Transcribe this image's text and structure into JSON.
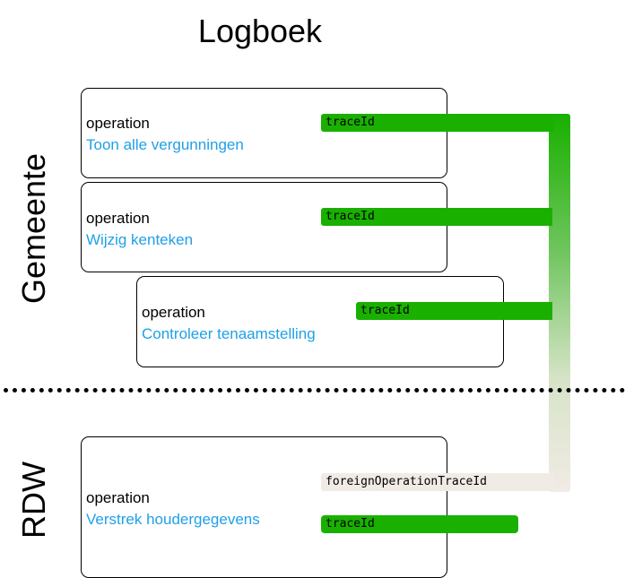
{
  "title": "Logboek",
  "sections": {
    "top_label": "Gemeente",
    "bottom_label": "RDW"
  },
  "operations": [
    {
      "label": "operation",
      "name": "Toon alle vergunningen",
      "trace": "traceId"
    },
    {
      "label": "operation",
      "name": "Wijzig kenteken",
      "trace": "traceId"
    },
    {
      "label": "operation",
      "name": "Controleer tenaamstelling",
      "trace": "traceId"
    },
    {
      "label": "operation",
      "name": "Verstrek houdergegevens",
      "foreign": "foreignOperationTraceId",
      "trace": "traceId"
    }
  ],
  "colors": {
    "trace_green": "#19b000",
    "foreign_beige": "#f1ebe5",
    "operation_name": "#1fa0e8"
  }
}
